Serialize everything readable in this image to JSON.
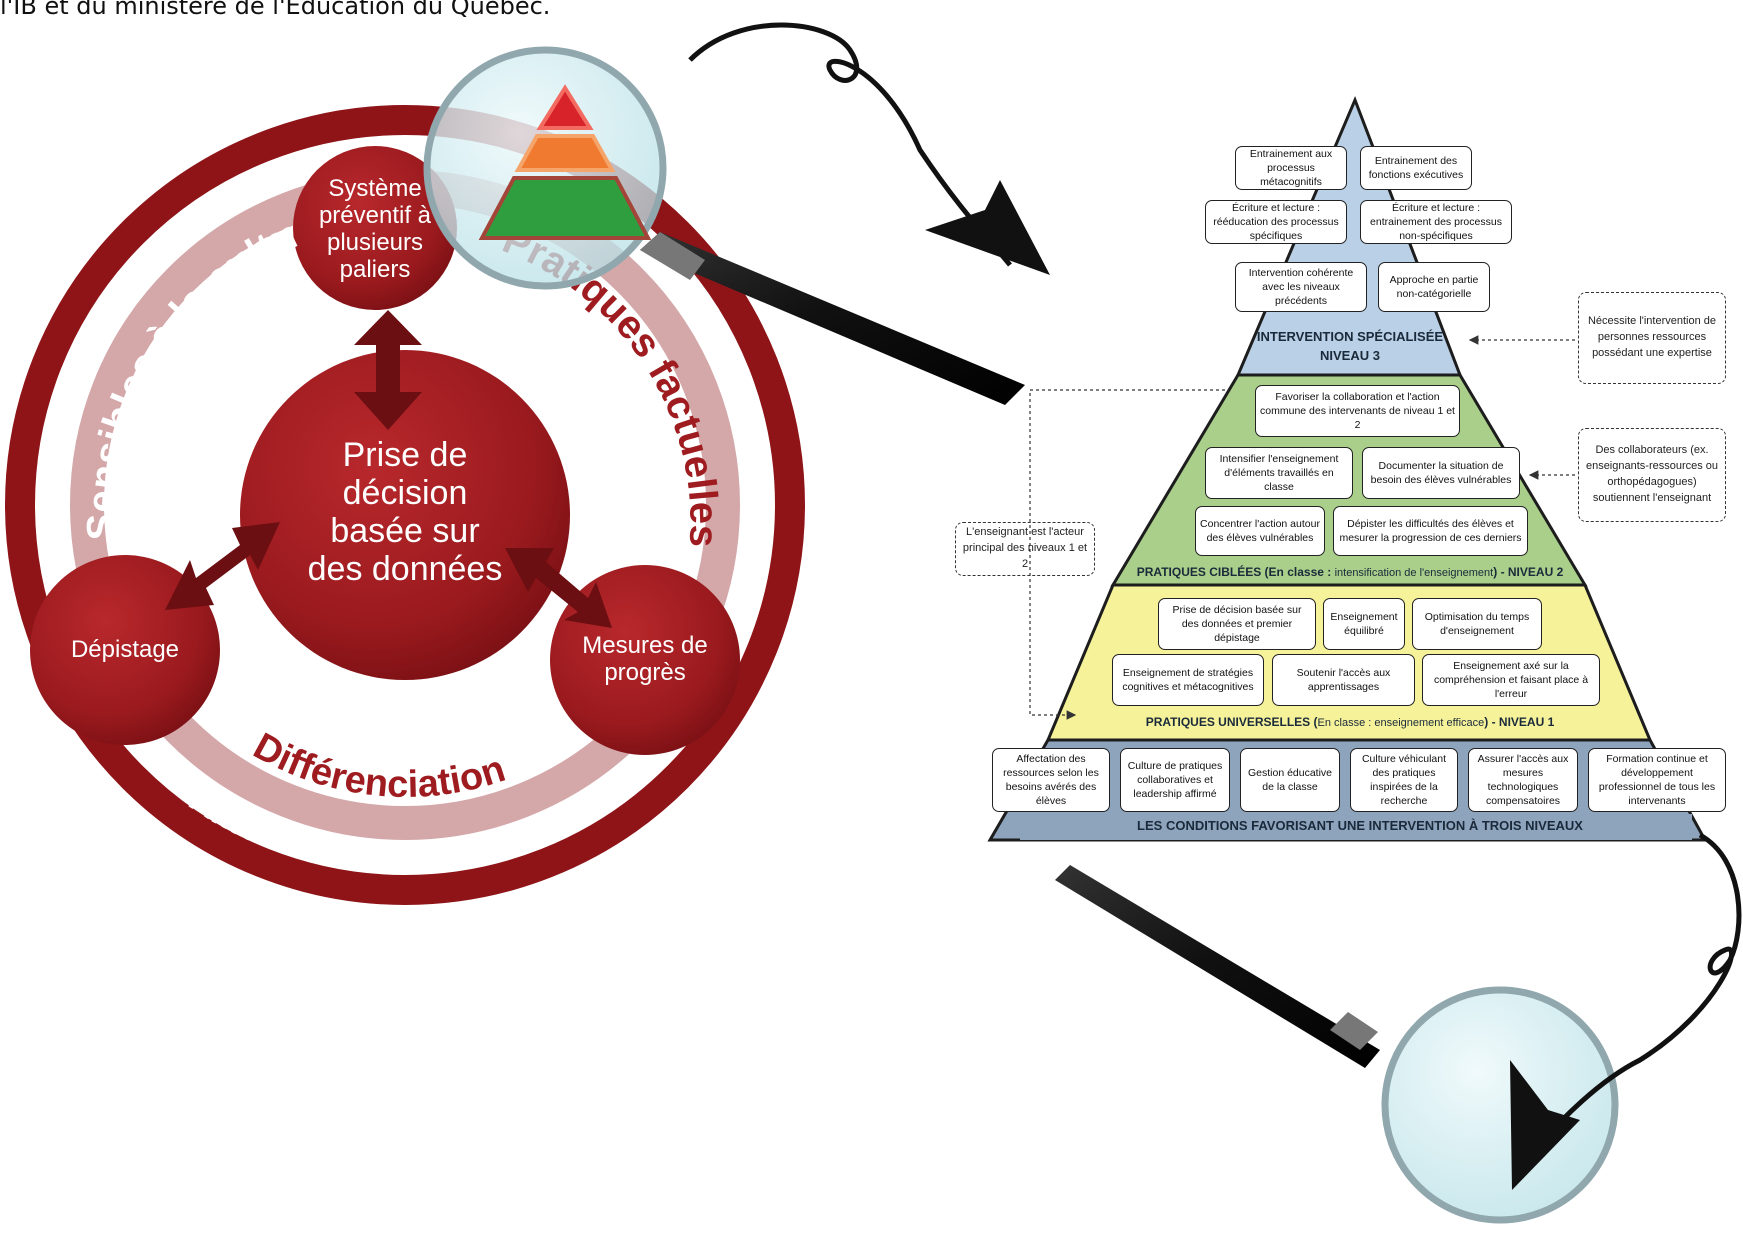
{
  "header": {
    "text": "l'IB et du ministère de l'Éducation du Québec."
  },
  "cycle": {
    "center": "Prise de décision basée sur des données",
    "top": "Système préventif à plusieurs paliers",
    "left": "Dépistage",
    "right": "Mesures de progrès",
    "arc_left": "Sensibles à la culture",
    "arc_right": "Pratiques factuelles",
    "arc_bottom": "Différenciation",
    "outer": "Amélioration des résultats"
  },
  "pyramid": {
    "level3": {
      "title": "INTERVENTION SPÉCIALISÉE",
      "subtitle": "NIVEAU 3",
      "boxes": [
        "Entrainement aux processus métacognitifs",
        "Entrainement des fonctions exécutives",
        "Écriture et lecture : rééducation des processus spécifiques",
        "Écriture et lecture : entrainement des processus non-spécifiques",
        "Intervention cohérente avec les niveaux précédents",
        "Approche en partie non-catégorielle"
      ]
    },
    "level2": {
      "title": "PRATIQUES CIBLÉES (En classe : ",
      "title_small": "intensification de l'enseignement",
      "title_end": ") - NIVEAU 2",
      "boxes": [
        "Favoriser la collaboration et l'action commune des intervenants de niveau 1 et 2",
        "Intensifier l'enseignement d'éléments travaillés en classe",
        "Documenter la situation de besoin des élèves vulnérables",
        "Concentrer l'action autour des élèves vulnérables",
        "Dépister les difficultés des élèves et mesurer la progression de ces derniers"
      ]
    },
    "level1": {
      "title": "PRATIQUES UNIVERSELLES (",
      "title_small": "En classe : enseignement efficace",
      "title_end": ") - NIVEAU 1",
      "boxes": [
        "Prise de décision basée sur des données et premier dépistage",
        "Enseignement équilibré",
        "Optimisation du temps d'enseignement",
        "Enseignement de stratégies cognitives et métacognitives",
        "Soutenir l'accès aux apprentissages",
        "Enseignement axé sur la compréhension et faisant place à l'erreur"
      ]
    },
    "base": {
      "title": "LES CONDITIONS FAVORISANT UNE INTERVENTION À TROIS NIVEAUX",
      "boxes": [
        "Affectation des ressources selon les besoins avérés des élèves",
        "Culture de pratiques collaboratives et leadership affirmé",
        "Gestion éducative de la classe",
        "Culture véhiculant des pratiques inspirées de la recherche",
        "Assurer l'accès aux mesures technologiques compensatoires",
        "Formation continue et développement professionnel de tous les intervenants"
      ]
    },
    "notes": {
      "right_top": "Nécessite l'intervention de personnes ressources possédant une expertise",
      "right_mid": "Des collaborateurs (ex. enseignants-ressources ou orthopédagogues) soutiennent l'enseignant",
      "left": "L'enseignant est l'acteur principal des niveaux 1 et 2"
    }
  },
  "colors": {
    "dark_red": "#9e1b1f",
    "ring_light": "#d4a7a9",
    "level3": "#b9d0e6",
    "level2": "#a9cf8b",
    "level1": "#f6f29a",
    "base": "#8ea4bd",
    "icon_red": "#d8232a",
    "icon_orange": "#ef7a30",
    "icon_green": "#2e9e3e"
  }
}
